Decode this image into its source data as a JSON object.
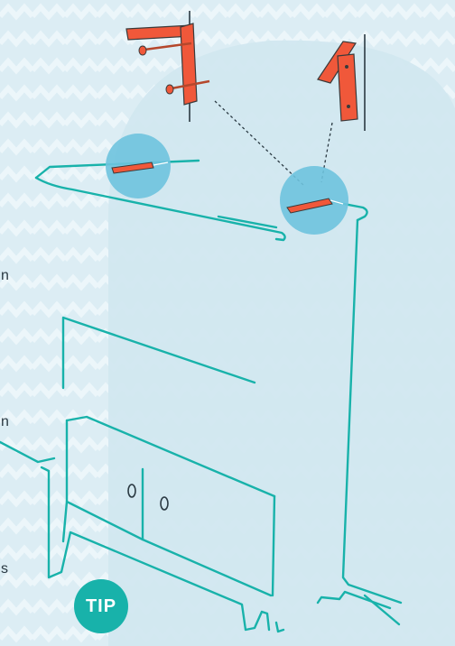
{
  "badge": {
    "label": "TIP"
  },
  "text_fragments": [
    "n",
    "n",
    "s"
  ],
  "colors": {
    "background": "#dcedf4",
    "blob": "#d0e7f0",
    "chevron": "#ecf6fa",
    "line": "#18b2aa",
    "bracket": "#f0583a",
    "bracket_edge": "#3a3a3a",
    "magnifier": "#6ec3de",
    "badge": "#18b2aa",
    "badge_text": "#ffffff"
  }
}
